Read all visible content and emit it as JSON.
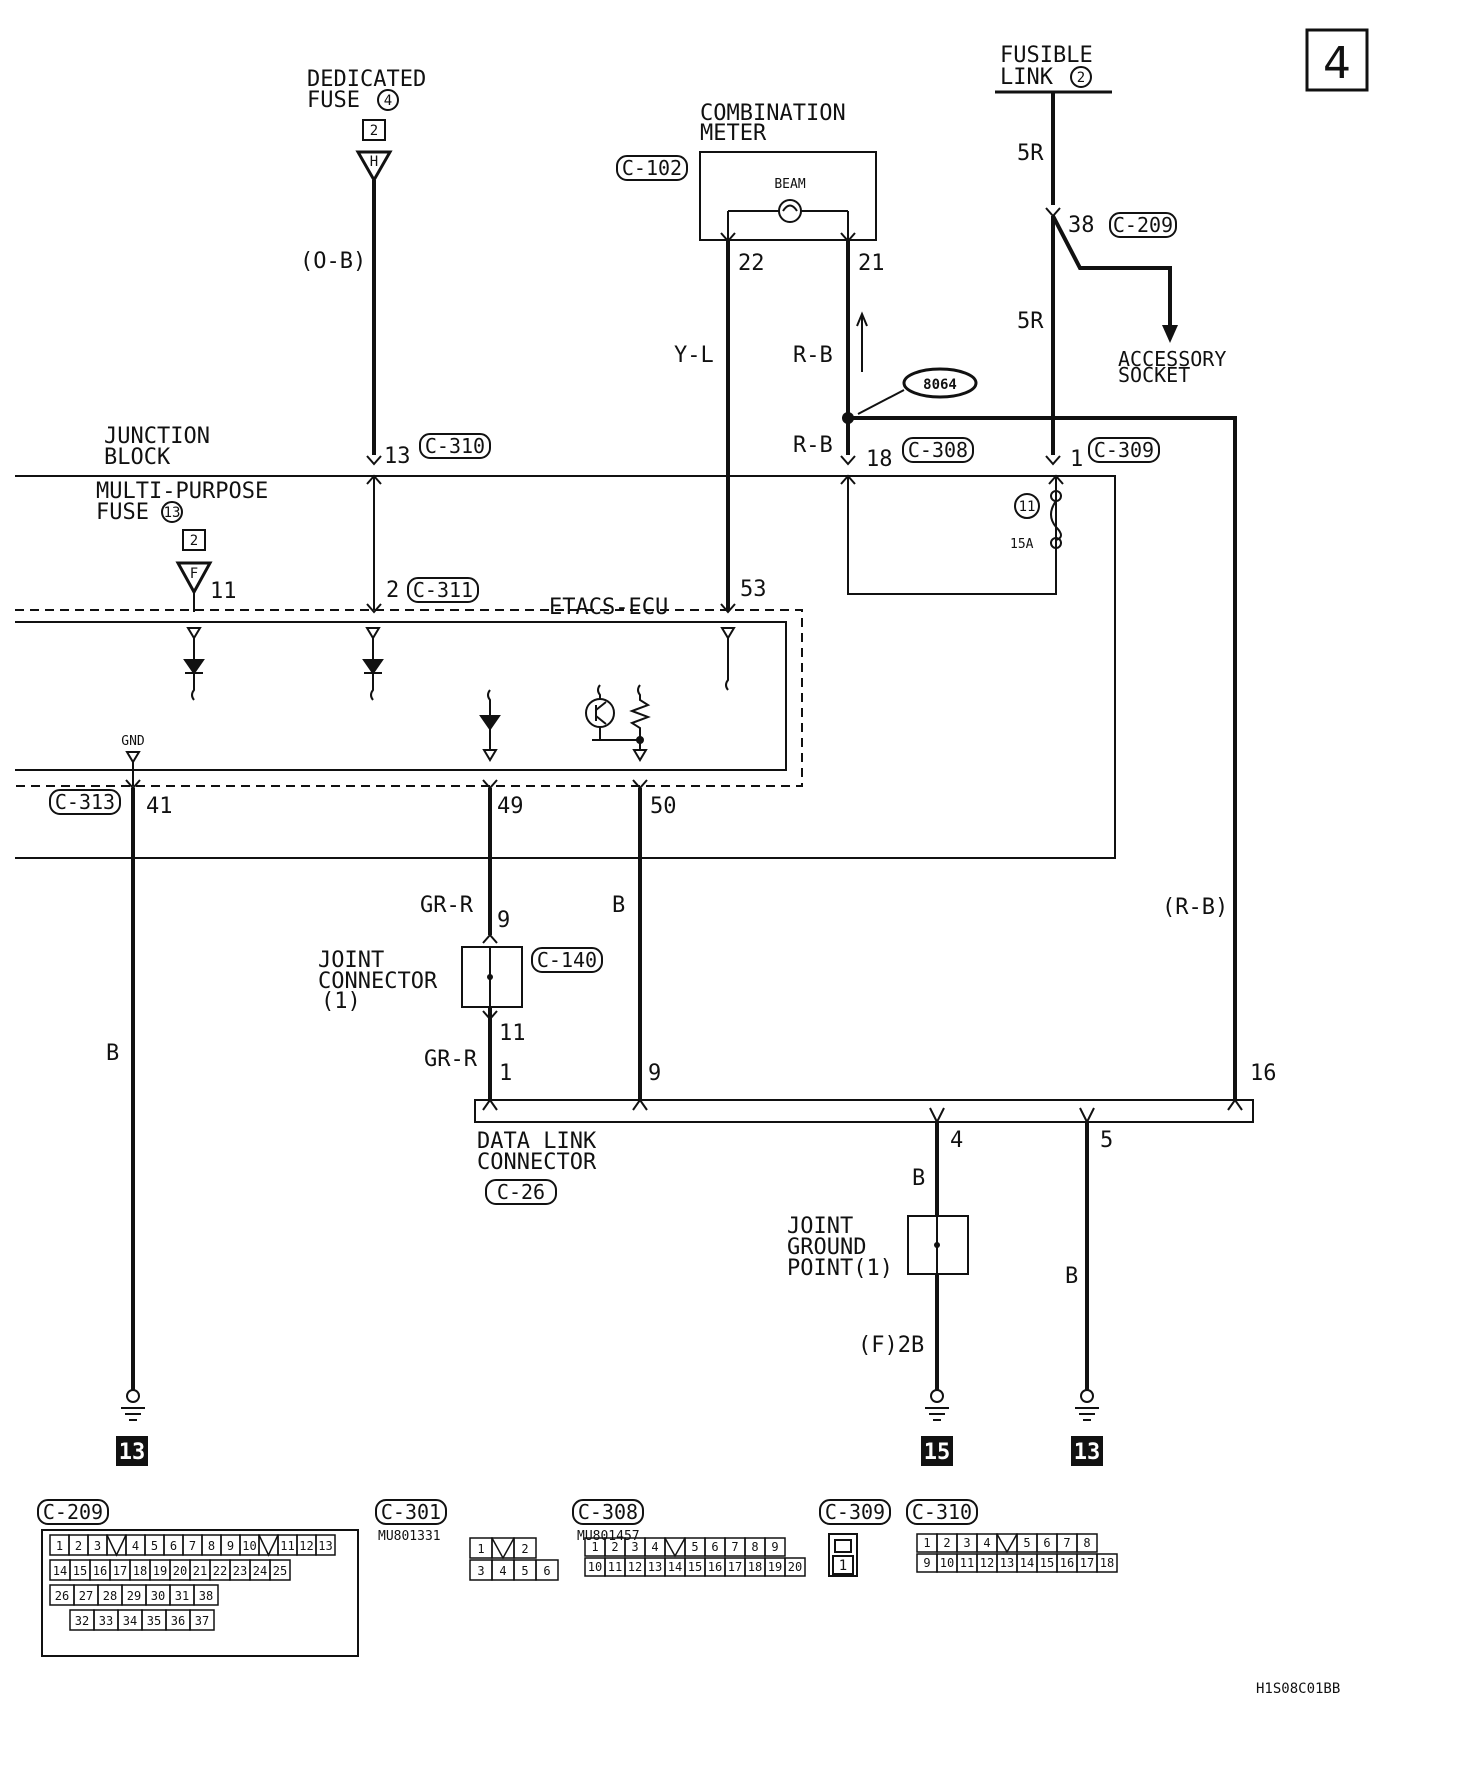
{
  "page_number": "4",
  "diagram_code": "H1S08C01BB",
  "fusible_link": {
    "line1": "FUSIBLE",
    "line2": "LINK",
    "num": "2"
  },
  "dedicated_fuse": {
    "line1": "DEDICATED",
    "line2": "FUSE",
    "num": "4",
    "box": "2",
    "tri": "H"
  },
  "combination_meter": {
    "line1": "COMBINATION",
    "line2": "METER",
    "conn": "C-102",
    "beam": "BEAM",
    "pin_a": "22",
    "pin_b": "21"
  },
  "accessory_socket": {
    "line1": "ACCESSORY",
    "line2": "SOCKET"
  },
  "junction_block": {
    "line1": "JUNCTION",
    "line2": "BLOCK"
  },
  "multi_purpose_fuse": {
    "line1": "MULTI-PURPOSE",
    "line2": "FUSE",
    "num": "13",
    "box": "2",
    "tri": "F",
    "pin": "11"
  },
  "etacs": {
    "label": "ETACS-ECU",
    "gnd": "GND"
  },
  "joint_connector": {
    "line1": "JOINT",
    "line2": "CONNECTOR",
    "line3": "(1)",
    "conn": "C-140"
  },
  "data_link_connector": {
    "line1": "DATA LINK",
    "line2": "CONNECTOR",
    "conn": "C-26"
  },
  "joint_ground_point": {
    "line1": "JOINT",
    "line2": "GROUND",
    "line3": "POINT(1)"
  },
  "splice": "8064",
  "fuse11": {
    "num": "11",
    "rating": "15A"
  },
  "wires": {
    "ob": "(O-B)",
    "yl": "Y-L",
    "rb1": "R-B",
    "rb2": "R-B",
    "rb3": "(R-B)",
    "r5a": "5R",
    "r5b": "5R",
    "grr1": "GR-R",
    "grr2": "GR-R",
    "b1": "B",
    "b2": "B",
    "b3": "B",
    "b4": "B",
    "f2b": "(F)2B"
  },
  "pins": {
    "p13": "13",
    "c310": "C-310",
    "p18": "18",
    "c308": "C-308",
    "p1": "1",
    "c309": "C-309",
    "p38": "38",
    "c209": "C-209",
    "p2": "2",
    "c311": "C-311",
    "p53": "53",
    "c313": "C-313",
    "p41": "41",
    "p49": "49",
    "p50": "50",
    "p9a": "9",
    "p11": "11",
    "p1b": "1",
    "p9b": "9",
    "p16": "16",
    "p4": "4",
    "p5": "5"
  },
  "grounds": [
    "13",
    "15",
    "13"
  ],
  "connector_views": {
    "c209": {
      "label": "C-209",
      "rows": [
        [
          "1",
          "2",
          "3",
          "",
          "4",
          "5",
          "6",
          "7",
          "8",
          "9",
          "10",
          "",
          "11",
          "12",
          "13"
        ],
        [
          "14",
          "15",
          "16",
          "17",
          "18",
          "19",
          "20",
          "21",
          "22",
          "23",
          "24",
          "25"
        ],
        [
          "26",
          "27",
          "28",
          "29",
          "30",
          "31",
          "38"
        ],
        [
          "32",
          "33",
          "34",
          "35",
          "36",
          "37"
        ]
      ]
    },
    "c301": {
      "label": "C-301",
      "part": "MU801331",
      "top": [
        "1",
        "",
        "2"
      ],
      "bottom": [
        "3",
        "4",
        "5",
        "6"
      ]
    },
    "c308": {
      "label": "C-308",
      "part": "MU801457",
      "top": [
        "1",
        "2",
        "3",
        "4",
        "",
        "5",
        "6",
        "7",
        "8",
        "9"
      ],
      "bottom": [
        "10",
        "11",
        "12",
        "13",
        "14",
        "15",
        "16",
        "17",
        "18",
        "19",
        "20"
      ]
    },
    "c309": {
      "label": "C-309",
      "pin": "1"
    },
    "c310": {
      "label": "C-310",
      "top": [
        "1",
        "2",
        "3",
        "4",
        "",
        "5",
        "6",
        "7",
        "8"
      ],
      "bottom": [
        "9",
        "10",
        "11",
        "12",
        "13",
        "14",
        "15",
        "16",
        "17",
        "18"
      ]
    }
  }
}
